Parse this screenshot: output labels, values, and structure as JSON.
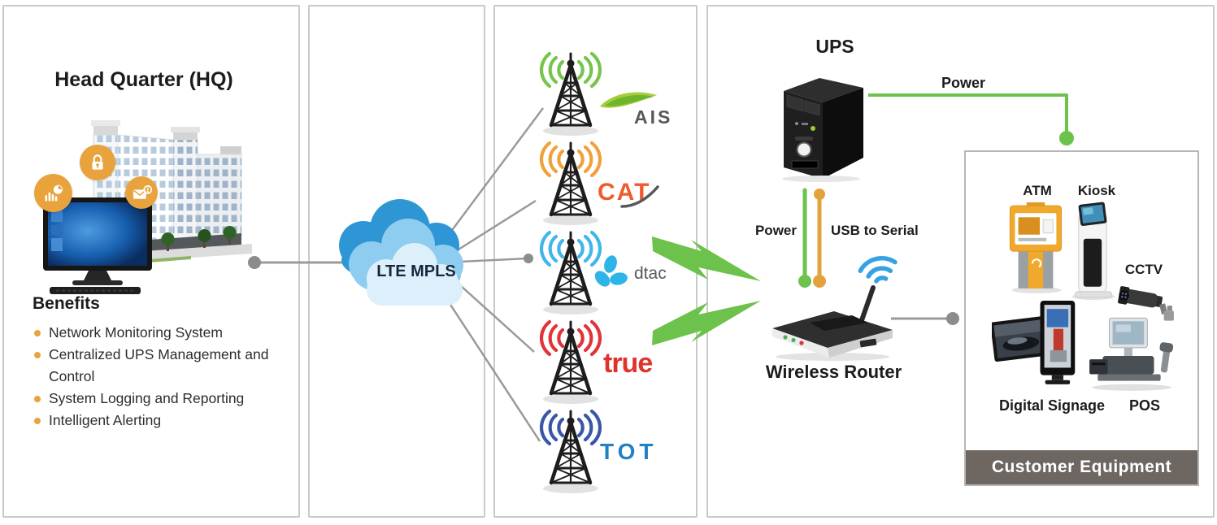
{
  "diagram": {
    "hq": {
      "title": "Head Quarter (HQ)",
      "benefits_heading": "Benefits",
      "benefits": [
        {
          "label": "Network Monitoring System"
        },
        {
          "label": "Centralized UPS Management and Control"
        },
        {
          "label": "System Logging and Reporting"
        },
        {
          "label": "Intelligent Alerting"
        }
      ]
    },
    "cloud": {
      "label": "LTE MPLS"
    },
    "carriers": [
      {
        "name": "AIS",
        "wave_color": "#76c44c",
        "logo_color": "#58585a"
      },
      {
        "name": "CAT",
        "wave_color": "#f0a13c",
        "logo_color": "#ee5b2e"
      },
      {
        "name": "dtac",
        "wave_color": "#41b6e8",
        "logo_color": "#58595b"
      },
      {
        "name": "true",
        "wave_color": "#e03438",
        "logo_color": "#e0332e"
      },
      {
        "name": "TOT",
        "wave_color": "#3a57a7",
        "logo_color": "#2380c4"
      }
    ],
    "site": {
      "ups_label": "UPS",
      "power_to_equipment_label": "Power",
      "power_cable_label": "Power",
      "usb_cable_label": "USB to Serial",
      "router_label": "Wireless Router"
    },
    "equipment": {
      "atm_label": "ATM",
      "kiosk_label": "Kiosk",
      "cctv_label": "CCTV",
      "digital_signage_label": "Digital Signage",
      "pos_label": "POS",
      "banner": "Customer Equipment"
    },
    "icons": [
      "lock-icon",
      "bar-chart-pie-icon",
      "mail-alert-icon",
      "cell-tower-icon",
      "cloud-icon",
      "wifi-icon",
      "lightning-bolt-icon"
    ],
    "colors": {
      "power_green": "#6cc24a",
      "usb_orange": "#e2a33c",
      "connector_gray": "#9a9a9a",
      "bullet_orange": "#e8a33d",
      "banner_gray": "#6e6661"
    }
  }
}
